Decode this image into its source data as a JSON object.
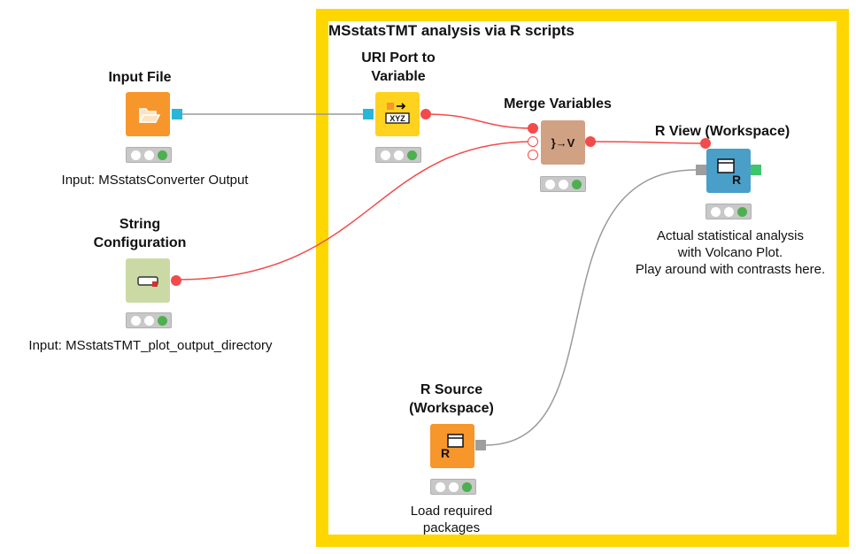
{
  "annotation": {
    "title": "MSstatsTMT analysis via R scripts"
  },
  "nodes": {
    "input_file": {
      "title": "Input File",
      "description": "Input: MSstatsConverter Output"
    },
    "string_config": {
      "title": "String\nConfiguration",
      "description": "Input: MSstatsTMT_plot_output_directory"
    },
    "uri_port": {
      "title": "URI Port to\nVariable",
      "icon_text": "XYZ"
    },
    "merge_vars": {
      "title": "Merge Variables",
      "icon_text": "}→V"
    },
    "r_view": {
      "title": "R View (Workspace)",
      "description": "Actual statistical analysis\nwith Volcano Plot.\nPlay around with contrasts here."
    },
    "r_source": {
      "title": "R Source\n(Workspace)",
      "description": "Load required\npackages"
    }
  },
  "colors": {
    "annotation_border": "#ffd700",
    "orange_node": "#f7962b",
    "yellow_node": "#ffd21f",
    "tan_node": "#d1a183",
    "blue_node": "#4a9fc9",
    "config_node": "#cbdaa4",
    "variable_wire": "#f24b4b",
    "data_wire": "#9a9a9a"
  }
}
